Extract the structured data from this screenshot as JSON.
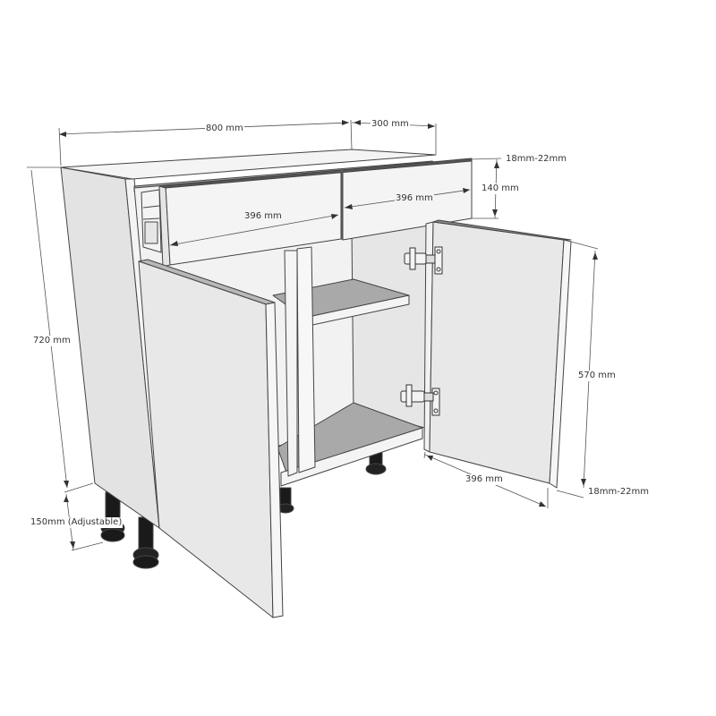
{
  "diagram": {
    "subject": "Base kitchen cabinet with drawer and two open doors",
    "colors": {
      "panel_light": "#f4f4f4",
      "panel_side": "#e3e3e3",
      "panel_door": "#e8e8e8",
      "interior_shadow": "#a9a9a9",
      "edge": "#444444",
      "dimension_line": "#555555",
      "leg": "#1a1a1a",
      "background": "#ffffff"
    },
    "dimensions": {
      "overall_width": "800 mm",
      "drawer_depth": "300 mm",
      "drawer_front_thickness": "18mm-22mm",
      "drawer_height": "140 mm",
      "drawer_front_left_width": "396 mm",
      "drawer_front_right_width": "396 mm",
      "carcass_height": "720 mm",
      "leg_height": "150mm (Adjustable)",
      "door_height": "570 mm",
      "door_width": "396 mm",
      "door_thickness": "18mm-22mm"
    },
    "components": [
      "carcass",
      "drawer",
      "left door",
      "right door",
      "shelf",
      "center divider",
      "hinges",
      "adjustable legs"
    ]
  }
}
